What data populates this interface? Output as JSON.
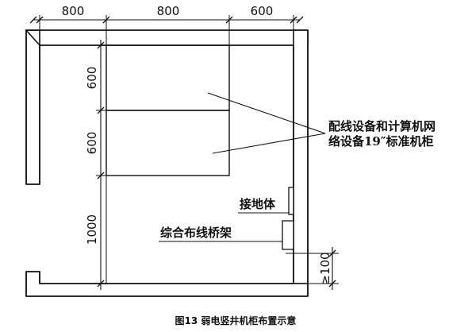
{
  "dimensions": {
    "top": [
      "800",
      "800",
      "600"
    ],
    "left_upper": "600",
    "left_middle": "600",
    "left_lower": "1000",
    "right_bottom": "≥100"
  },
  "labels": {
    "cabinet_line1": "配线设备和计算机网",
    "cabinet_line2": "络设备19″标准机柜",
    "grounding": "接地体",
    "tray": "综合布线桥架"
  },
  "caption": "图13 弱电竖井机柜布置示意"
}
